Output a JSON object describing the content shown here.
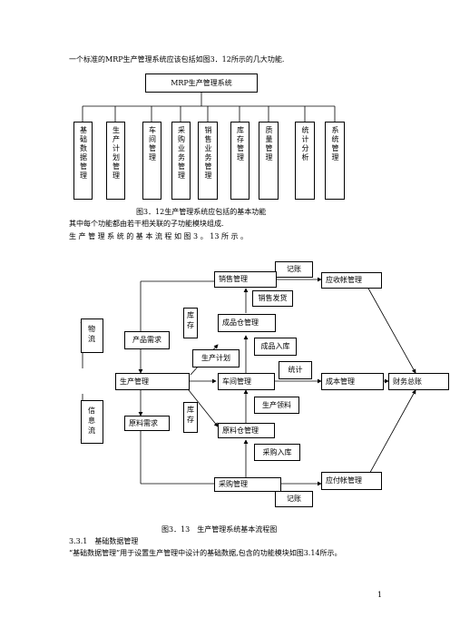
{
  "intro": "一个标准的MRP生产管理系统应该包括如图3．12所示的几大功能.",
  "fig12": {
    "root": "MRP生产管理系统",
    "modules": [
      "基础数据管理",
      "生产计划管理",
      "车间管理",
      "采购业务管理",
      "销售业务管理",
      "库存管理",
      "质量管理",
      "统计分析",
      "系统管理"
    ],
    "caption": "图3．12生产管理系统应包括的基本功能"
  },
  "para1": "其中每个功能都由若干相关联的子功能模块组成.",
  "para2": "生 产 管 理 系 统 的 基 本 流 程 如 图 3 。 13 所 示 。",
  "fig13": {
    "wuliu": "物流",
    "xinxiliu": "信息流",
    "kucun": "库存",
    "kucun2": "库存",
    "jizhang_top": "记账",
    "jizhang_bottom": "记账",
    "tongji": "统计",
    "sales": "销售管理",
    "ar": "应收帐管理",
    "delivery": "销售发货",
    "fg_inv": "成品仓管理",
    "fg_in": "成品入库",
    "product_demand": "产品需求",
    "prod_plan": "生产计划",
    "prod_mgmt": "生产管理",
    "workshop": "车间管理",
    "cost": "成本管理",
    "gl": "财务总账",
    "material_pick": "生产领料",
    "material_demand": "原料需求",
    "rm_inv": "原料仓管理",
    "purchase_in": "采购入库",
    "purchasing": "采购管理",
    "ap": "应付帐管理",
    "caption": "图3．13　生产管理系统基本流程图"
  },
  "section": "3.3.1　基础数据管理",
  "para3": "“基础数据管理”用于设置生产管理中设计的基础数据,包含的功能模块如图3.14所示。",
  "page_number": "1"
}
